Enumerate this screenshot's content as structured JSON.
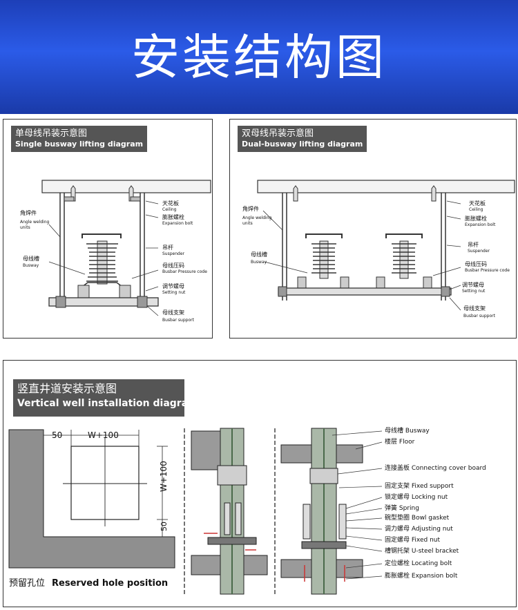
{
  "title": "安装结构图",
  "single": {
    "caption_cn": "单母线吊装示意图",
    "caption_en": "Single busway lifting diagram",
    "labels": {
      "ceiling_cn": "天花板",
      "ceiling_en": "Ceiling",
      "expansion_cn": "膨胀螺栓",
      "expansion_en": "Expansion bolt",
      "angle_cn": "角焊件",
      "angle_en1": "Angle welding",
      "angle_en2": "units",
      "suspender_cn": "吊杆",
      "suspender_en": "Suspender",
      "busway_cn": "母线槽",
      "busway_en": "Busway",
      "pressure_cn": "母线压码",
      "pressure_en": "Busbar Pressure code",
      "setting_cn": "调节螺母",
      "setting_en": "Setting nut",
      "support_cn": "母线支架",
      "support_en": "Busbar support"
    }
  },
  "dual": {
    "caption_cn": "双母线吊装示意图",
    "caption_en": "Dual-busway lifting diagram",
    "labels": {
      "ceiling_cn": "天花板",
      "ceiling_en": "Ceiling",
      "expansion_cn": "膨胀螺栓",
      "expansion_en": "Expansion bolt",
      "angle_cn": "角焊件",
      "angle_en1": "Angle welding",
      "angle_en2": "units",
      "suspender_cn": "吊杆",
      "suspender_en": "Suspender",
      "busway_cn": "母线槽",
      "busway_en": "Busway",
      "pressure_cn": "母线压码",
      "pressure_en": "Busbar Pressure code",
      "setting_cn": "调节螺母",
      "setting_en": "Setting nut",
      "support_cn": "母线支架",
      "support_en": "Busbar support"
    }
  },
  "vertical": {
    "caption_cn": "竖直井道安装示意图",
    "caption_en": "Vertical well installation diagra",
    "dim_50_top": "50",
    "dim_w100": "W+100",
    "dim_w100_side": "W+100",
    "dim_50_side": "50",
    "hole_cn": "预留孔位",
    "hole_en": "Reserved hole position",
    "legend": [
      {
        "cn": "母线槽",
        "en": "Busway"
      },
      {
        "cn": "楼层",
        "en": "Floor"
      },
      {
        "cn": "连接盖板",
        "en": "Connecting cover board"
      },
      {
        "cn": "固定支架",
        "en": "Fixed support"
      },
      {
        "cn": "锁定螺母",
        "en": "Locking nut"
      },
      {
        "cn": "弹簧",
        "en": "Spring"
      },
      {
        "cn": "碗型垫圈",
        "en": "Bowl gasket"
      },
      {
        "cn": "调力螺母",
        "en": "Adjusting nut"
      },
      {
        "cn": "固定螺母",
        "en": "Fixed nut"
      },
      {
        "cn": "槽钢托架",
        "en": "U-steel bracket"
      },
      {
        "cn": "定位螺栓",
        "en": "Locating bolt"
      },
      {
        "cn": "膨胀螺栓",
        "en": "Expansion bolt"
      }
    ]
  },
  "colors": {
    "banner_top": "#1d3fb8",
    "banner_mid": "#2b5be8",
    "caption_bg": "#555555"
  }
}
